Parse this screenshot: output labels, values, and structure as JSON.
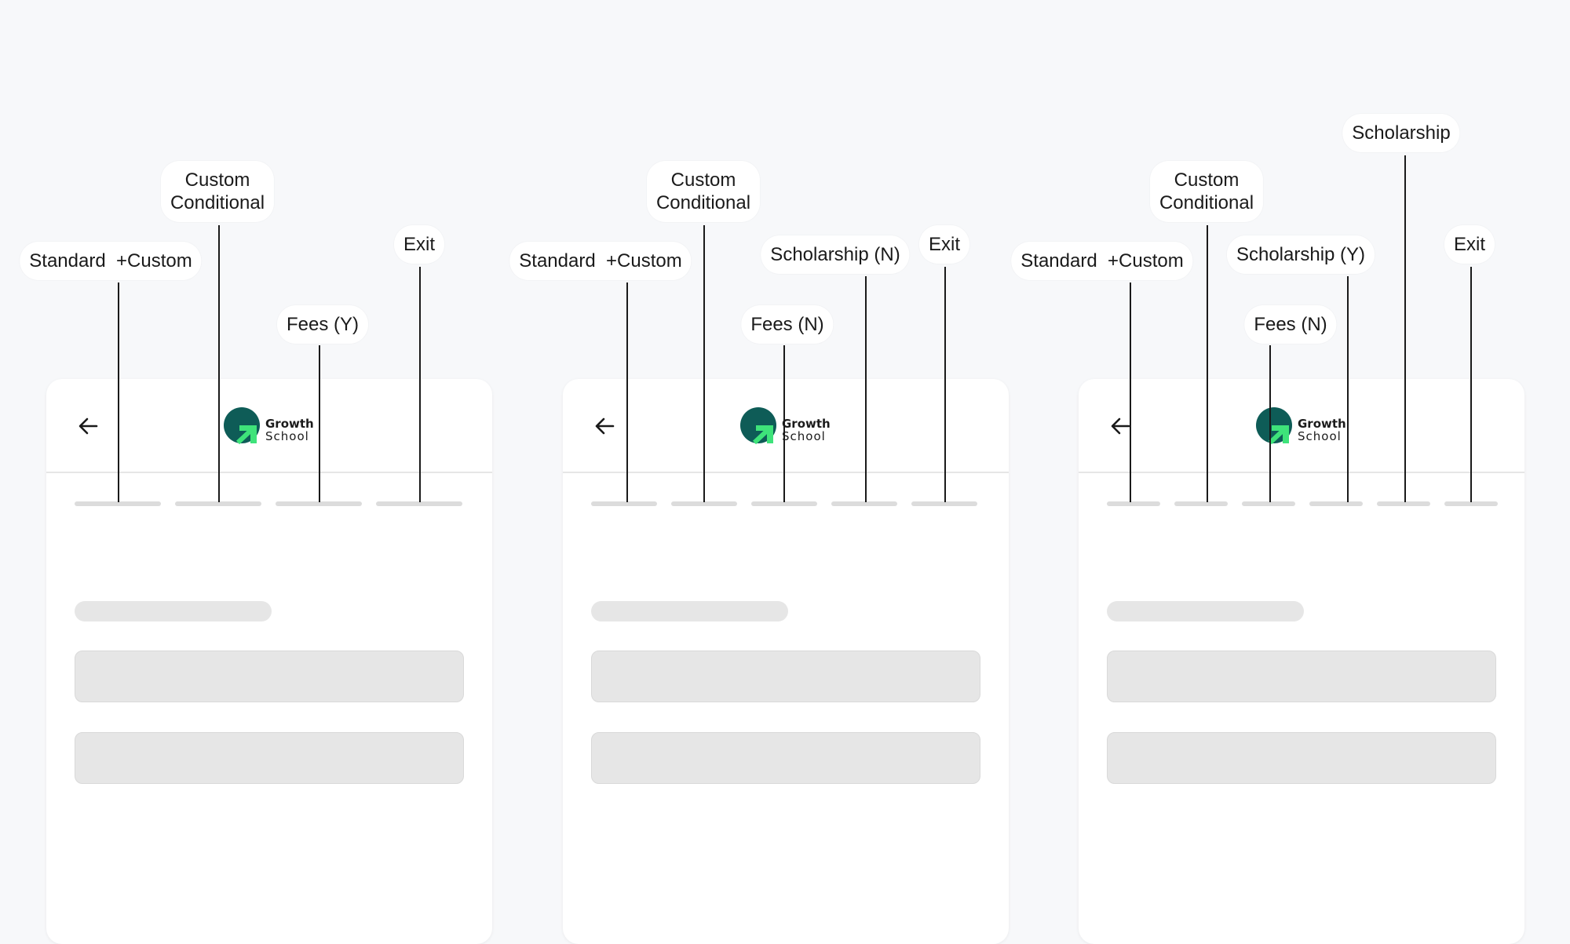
{
  "brand": {
    "line1": "Growth",
    "line2": "School",
    "colors": {
      "mark_dark": "#0e5c57",
      "arrow_green": "#3ee37a"
    }
  },
  "icons": {
    "back": "arrow-left-icon",
    "logo": "growth-school-logo"
  },
  "variants": [
    {
      "steps": 4,
      "annotations": [
        {
          "text": "Standard  +Custom"
        },
        {
          "text": "Custom\nConditional"
        },
        {
          "text": "Fees (Y)"
        },
        {
          "text": "Exit"
        }
      ]
    },
    {
      "steps": 5,
      "annotations": [
        {
          "text": "Standard  +Custom"
        },
        {
          "text": "Custom\nConditional"
        },
        {
          "text": "Fees (N)"
        },
        {
          "text": "Scholarship (N)"
        },
        {
          "text": "Exit"
        }
      ]
    },
    {
      "steps": 6,
      "annotations": [
        {
          "text": "Standard  +Custom"
        },
        {
          "text": "Custom\nConditional"
        },
        {
          "text": "Fees (N)"
        },
        {
          "text": "Scholarship (Y)"
        },
        {
          "text": "Scholarship"
        },
        {
          "text": "Exit"
        }
      ]
    }
  ]
}
